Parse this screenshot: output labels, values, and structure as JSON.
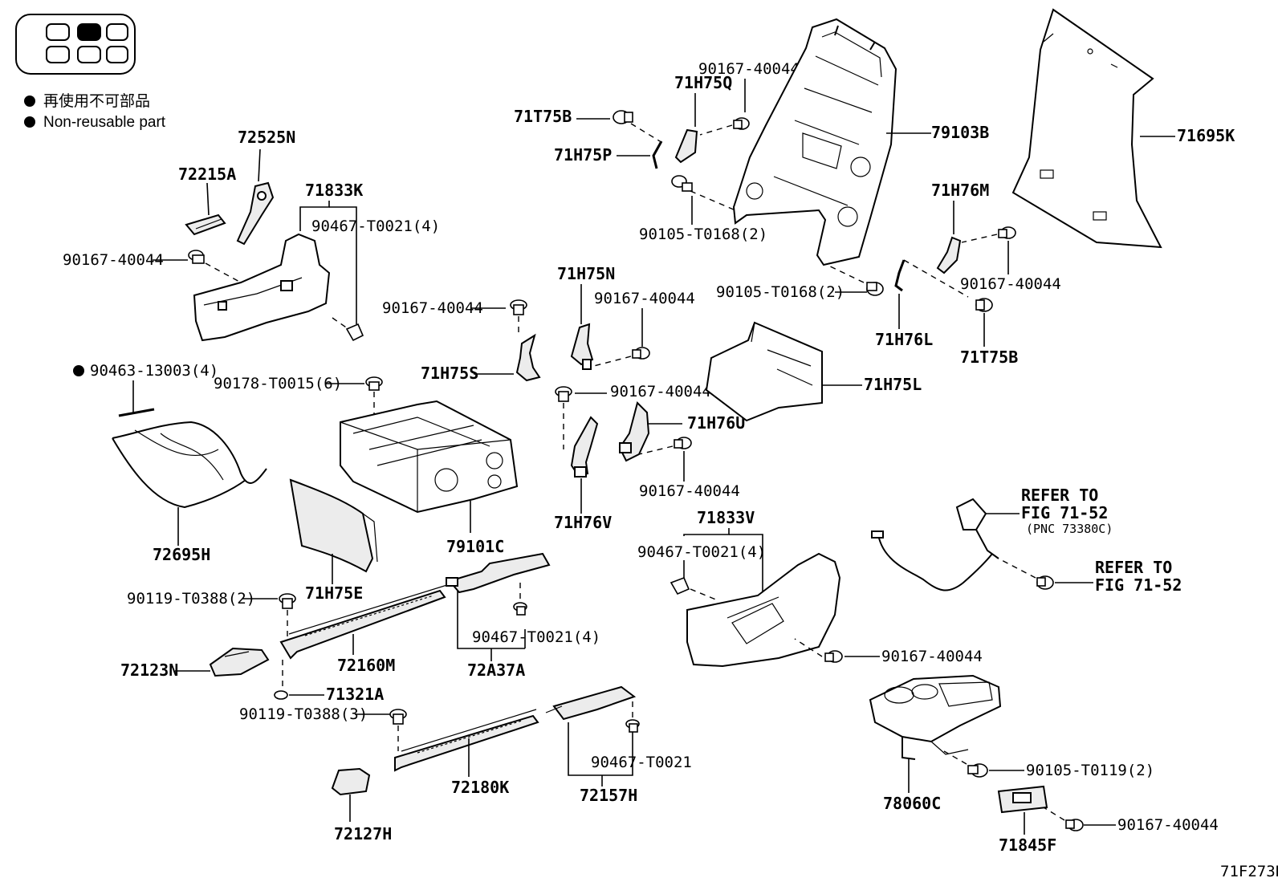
{
  "legend": {
    "non_reusable_ja": "再使用不可部品",
    "non_reusable_en": "Non-reusable part"
  },
  "figure_code": "71F273B",
  "labels": {
    "p72525N": "72525N",
    "p72215A": "72215A",
    "p71833K": "71833K",
    "p90467_T0021_4a": "90467-T0021(4)",
    "p90167_40044_a": "90167-40044",
    "p90463_13003_4": "90463-13003(4)",
    "p90178_T0015_6": "90178-T0015(6)",
    "p72695H": "72695H",
    "p71H75E": "71H75E",
    "p79101C": "79101C",
    "p90119_T0388_2": "90119-T0388(2)",
    "p72123N": "72123N",
    "p72160M": "72160M",
    "p71321A": "71321A",
    "p90119_T0388_3": "90119-T0388(3)",
    "p72127H": "72127H",
    "p72180K": "72180K",
    "p90467_T0021_4b": "90467-T0021(4)",
    "p72A37A": "72A37A",
    "p90467_T0021": "90467-T0021",
    "p72157H": "72157H",
    "p71T75B_a": "71T75B",
    "p71H75P": "71H75P",
    "p71H75Q": "71H75Q",
    "p90167_40044_b": "90167-40044",
    "p90105_T0168_2a": "90105-T0168(2)",
    "p79103B": "79103B",
    "p71695K": "71695K",
    "p71H75N": "71H75N",
    "p90167_40044_c": "90167-40044",
    "p90167_40044_d": "90167-40044",
    "p71H75S": "71H75S",
    "p90167_40044_e": "90167-40044",
    "p71H76U": "71H76U",
    "p90167_40044_f": "90167-40044",
    "p71H76V": "71H76V",
    "p71H75L": "71H75L",
    "p71H76M": "71H76M",
    "p90105_T0168_2b": "90105-T0168(2)",
    "p90167_40044_g": "90167-40044",
    "p71H76L": "71H76L",
    "p71T75B_b": "71T75B",
    "p71833V": "71833V",
    "p90467_T0021_4c": "90467-T0021(4)",
    "p90167_40044_h": "90167-40044",
    "refer1_a": "REFER TO",
    "refer1_b": "FIG 71-52",
    "refer1_c": "(PNC 73380C)",
    "refer2_a": "REFER TO",
    "refer2_b": "FIG 71-52",
    "p78060C": "78060C",
    "p90105_T0119_2": "90105-T0119(2)",
    "p90167_40044_i": "90167-40044",
    "p71845F": "71845F"
  }
}
